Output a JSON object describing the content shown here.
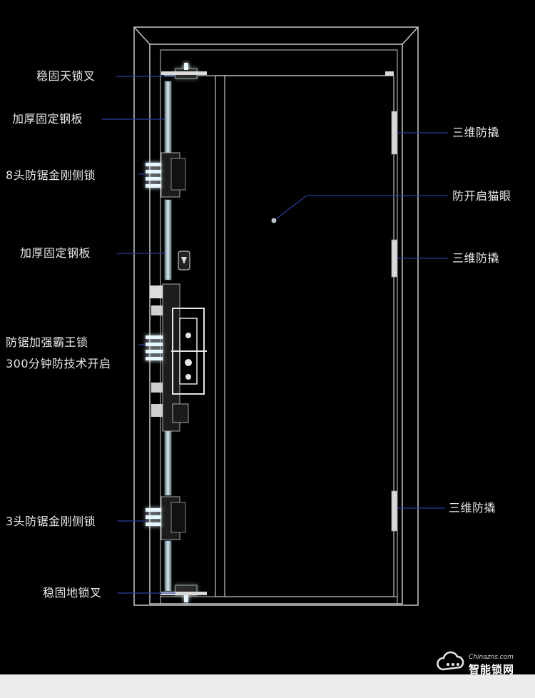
{
  "callouts": {
    "left": [
      "稳固天锁叉",
      "加厚固定钢板",
      "8头防锯金刚侧锁",
      "加厚固定钢板",
      "防锯加强霸王锁",
      "300分钟防技术开启",
      "3头防锯金刚侧锁",
      "稳固地锁叉"
    ],
    "right": [
      "三维防撬",
      "防开启猫眼",
      "三维防撬",
      "三维防撬"
    ]
  },
  "logo": {
    "site": "Chinazns.com",
    "name": "智能锁网"
  },
  "colors": {
    "background": "#000000",
    "line": "#c8c8c8",
    "glow": "#bfe6ff",
    "leader": "#2a3a9a",
    "strip": "#ececec"
  }
}
